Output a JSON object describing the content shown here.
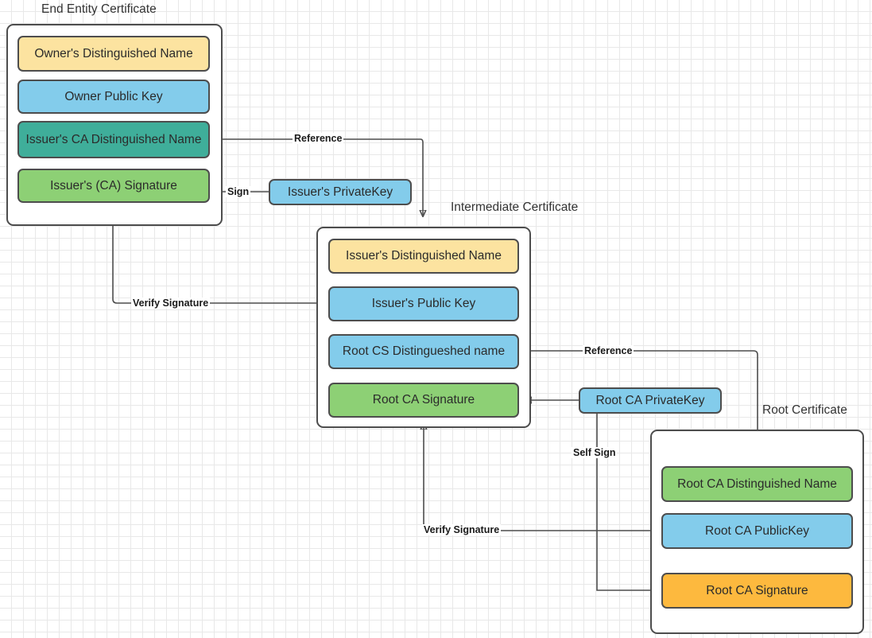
{
  "diagram": {
    "title_hidden": "X.509 Certificate Chain of Trust",
    "captions": {
      "end_entity": "End Entity Certificate",
      "intermediate": "Intermediate Certificate",
      "root": "Root Certificate"
    },
    "colors": {
      "yellow": "#FCE3A0",
      "blue": "#83CCEB",
      "teal": "#3FAE9A",
      "green": "#8DD075",
      "orange": "#FDB93E",
      "stroke": "#4d4d4d",
      "text": "#2b2b2b",
      "grid_minor": "#e8e8e8",
      "grid_major": "#d2d2d2",
      "background": "#ffffff"
    }
  },
  "end_entity_certificate": {
    "fields": [
      {
        "label": "Owner's Distinguished Name",
        "color": "#FCE3A0"
      },
      {
        "label": "Owner Public  Key",
        "color": "#83CCEB"
      },
      {
        "label": "Issuer's CA Distinguished Name",
        "color": "#3FAE9A"
      },
      {
        "label": "Issuer's (CA) Signature",
        "color": "#8DD075"
      }
    ]
  },
  "intermediate_certificate": {
    "fields": [
      {
        "label": "Issuer's Distinguished Name",
        "color": "#FCE3A0"
      },
      {
        "label": "Issuer's Public  Key",
        "color": "#83CCEB"
      },
      {
        "label": "Root CS Distingueshed name",
        "color": "#83CCEB"
      },
      {
        "label": "Root CA Signature",
        "color": "#8DD075"
      }
    ]
  },
  "root_certificate": {
    "fields": [
      {
        "label": "Root CA Distinguished Name",
        "color": "#8DD075"
      },
      {
        "label": "Root CA PublicKey",
        "color": "#83CCEB"
      },
      {
        "label": "Root CA Signature",
        "color": "#FDB93E"
      }
    ]
  },
  "keys": {
    "issuer_private_key": "Issuer's PrivateKey",
    "root_private_key": "Root CA PrivateKey"
  },
  "edges": [
    {
      "id": "ee-reference",
      "label": "Reference"
    },
    {
      "id": "ee-sign",
      "label": "Sign"
    },
    {
      "id": "ee-verify",
      "label": "Verify Signature"
    },
    {
      "id": "int-reference",
      "label": "Reference"
    },
    {
      "id": "int-verify",
      "label": "Verify Signature"
    },
    {
      "id": "root-self-sign",
      "label": "Self Sign"
    }
  ]
}
